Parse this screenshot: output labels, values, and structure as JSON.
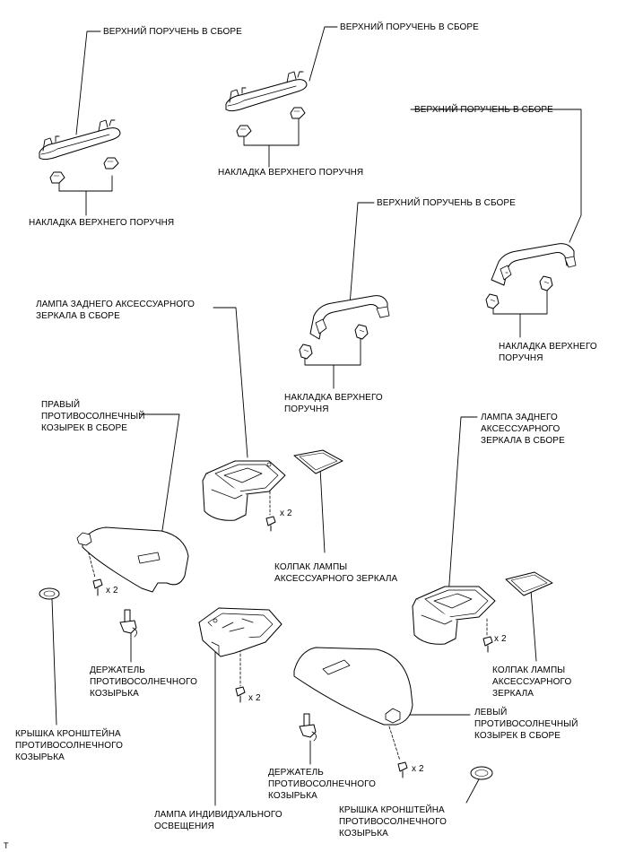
{
  "labels": {
    "upper_grip_1": "ВЕРХНИЙ ПОРУЧЕНЬ В СБОРЕ",
    "upper_grip_2": "ВЕРХНИЙ ПОРУЧЕНЬ В СБОРЕ",
    "upper_grip_3": "ВЕРХНИЙ ПОРУЧЕНЬ В СБОРЕ",
    "upper_grip_4": "ВЕРХНИЙ ПОРУЧЕНЬ В СБОРЕ",
    "grip_cover_1": "НАКЛАДКА ВЕРХНЕГО ПОРУЧНЯ",
    "grip_cover_2": "НАКЛАДКА ВЕРХНЕГО ПОРУЧНЯ",
    "grip_cover_3": "НАКЛАДКА ВЕРХНЕГО\nПОРУЧНЯ",
    "grip_cover_4": "НАКЛАДКА ВЕРХНЕГО\nПОРУЧНЯ",
    "rear_mirror_lamp_1": "ЛАМПА ЗАДНЕГО АКСЕССУАРНОГО\nЗЕРКАЛА В СБОРЕ",
    "rear_mirror_lamp_2": "ЛАМПА ЗАДНЕГО\nАКСЕССУАРНОГО\nЗЕРКАЛА В СБОРЕ",
    "right_visor": "ПРАВЫЙ\nПРОТИВОСОЛНЕЧНЫЙ\nКОЗЫРЕК В СБОРЕ",
    "left_visor": "ЛЕВЫЙ\nПРОТИВОСОЛНЕЧНЫЙ\nКОЗЫРЕК В СБОРЕ",
    "mirror_lamp_cap_1": "КОЛПАК ЛАМПЫ\nАКСЕССУАРНОГО ЗЕРКАЛА",
    "mirror_lamp_cap_2": "КОЛПАК ЛАМПЫ\nАКСЕССУАРНОГО\nЗЕРКАЛА",
    "visor_holder_1": "ДЕРЖАТЕЛЬ\nПРОТИВОСОЛНЕЧНОГО\nКОЗЫРЬКА",
    "visor_holder_2": "ДЕРЖАТЕЛЬ\nПРОТИВОСОЛНЕЧНОГО\nКОЗЫРЬКА",
    "bracket_cover_1": "КРЫШКА КРОНШТЕЙНА\nПРОТИВОСОЛНЕЧНОГО\nКОЗЫРЬКА",
    "bracket_cover_2": "КРЫШКА КРОНШТЕЙНА\nПРОТИВОСОЛНЕЧНОГО\nКОЗЫРЬКА",
    "map_lamp": "ЛАМПА ИНДИВИДУАЛЬНОГО\nОСВЕЩЕНИЯ",
    "corner_mark": "T"
  },
  "quantities": {
    "q1": "x 2",
    "q2": "x 2",
    "q3": "x 2",
    "q4": "x 2",
    "q5": "x 2"
  }
}
